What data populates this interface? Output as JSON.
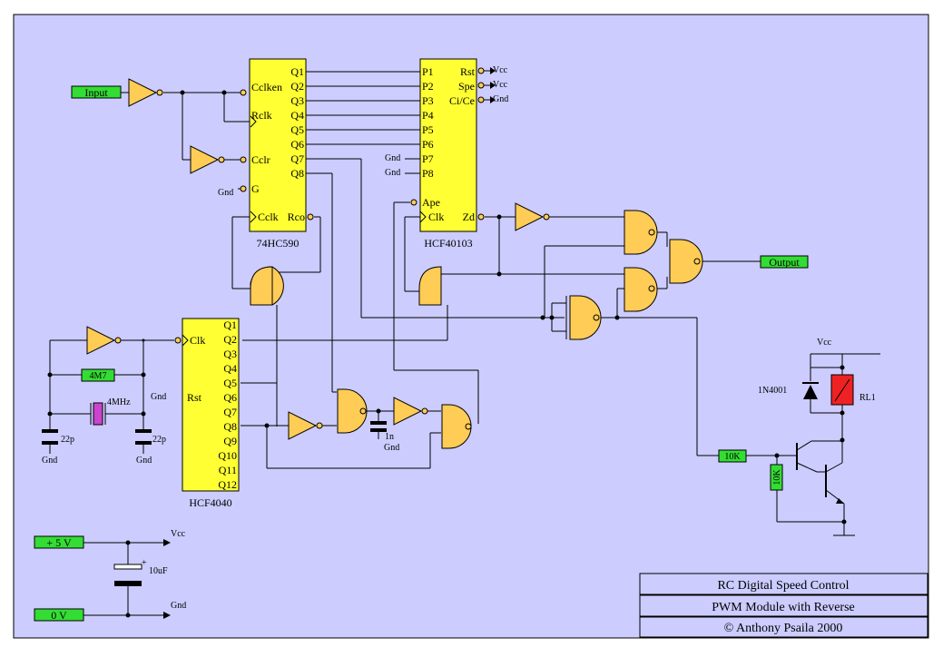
{
  "title_block": {
    "line1": "RC  Digital Speed Control",
    "line2": "PWM Module  with Reverse",
    "line3": "© Anthony Psaila 2000"
  },
  "io_labels": {
    "input": "Input",
    "output": "Output",
    "plus5v": "+ 5 V",
    "zero_v": "0 V",
    "res_4m7": "4M7",
    "res_10k_h": "10K",
    "res_10k_v": "10K"
  },
  "chips": {
    "c590": {
      "name": "74HC590",
      "left_pins": [
        "Cclken",
        "Rclk",
        "Cclr",
        "G",
        "Cclk"
      ],
      "q_pins": [
        "Q1",
        "Q2",
        "Q3",
        "Q4",
        "Q5",
        "Q6",
        "Q7",
        "Q8"
      ],
      "rco": "Rco"
    },
    "c40103": {
      "name": "HCF40103",
      "p_pins": [
        "P1",
        "P2",
        "P3",
        "P4",
        "P5",
        "P6",
        "P7",
        "P8"
      ],
      "right_pins": [
        "Rst",
        "Spe",
        "Ci/Ce"
      ],
      "ape": "Ape",
      "clk": "Clk",
      "zd": "Zd"
    },
    "c4040": {
      "name": "HCF4040",
      "clk": "Clk",
      "rst": "Rst",
      "q_pins": [
        "Q1",
        "Q2",
        "Q3",
        "Q4",
        "Q5",
        "Q6",
        "Q7",
        "Q8",
        "Q9",
        "Q10",
        "Q11",
        "Q12"
      ]
    }
  },
  "net_labels": {
    "vcc": "Vcc",
    "gnd": "Gnd"
  },
  "components": {
    "cap_22p": "22p",
    "crystal": "4MHz",
    "cap_1n": "1n",
    "cap_10uf": "10uF",
    "cap_plus": "+",
    "diode": "1N4001",
    "relay": "RL1"
  }
}
